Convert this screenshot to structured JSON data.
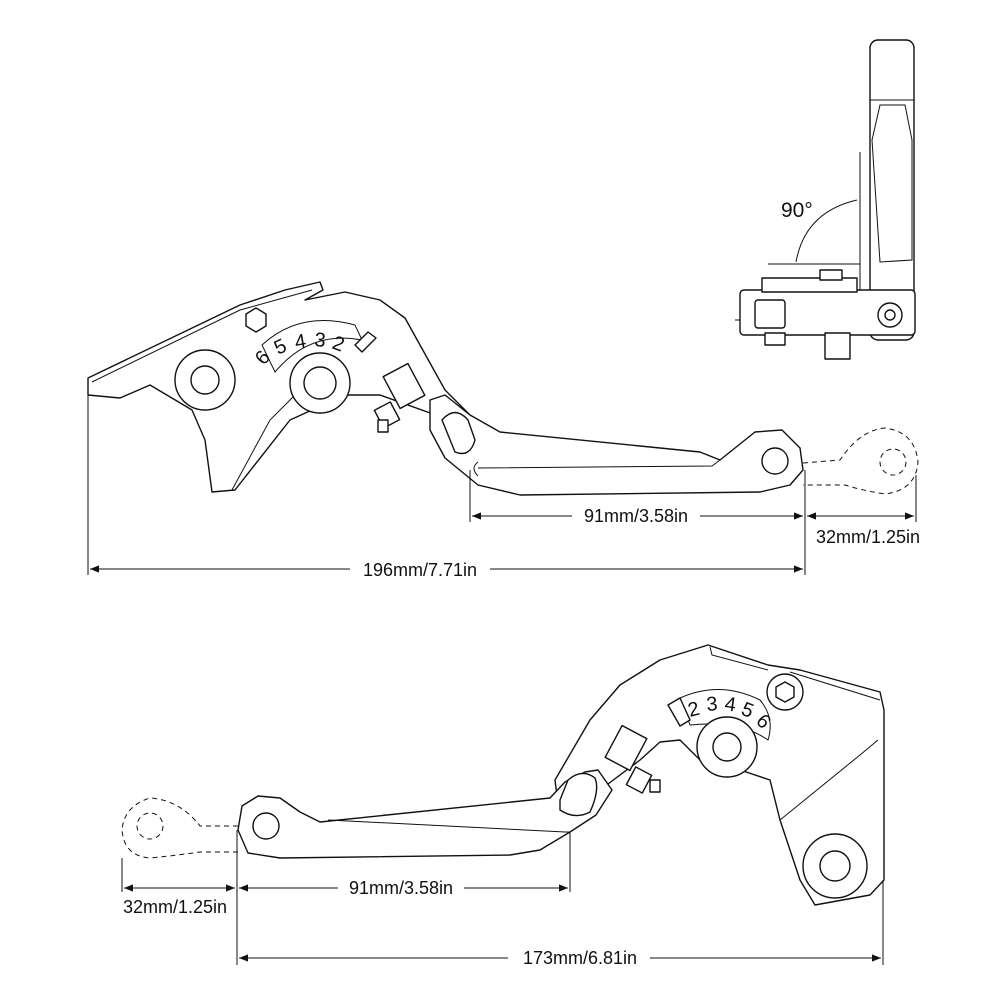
{
  "top_lever": {
    "angle_label": "90°",
    "scale_numbers": [
      "6",
      "5",
      "4",
      "3",
      "2"
    ],
    "dim_total": "196mm/7.71in",
    "dim_grip": "91mm/3.58in",
    "dim_extension": "32mm/1.25in"
  },
  "bottom_lever": {
    "scale_numbers": [
      "2",
      "3",
      "4",
      "5",
      "6"
    ],
    "dim_total": "173mm/6.81in",
    "dim_grip": "91mm/3.58in",
    "dim_extension": "32mm/1.25in"
  }
}
